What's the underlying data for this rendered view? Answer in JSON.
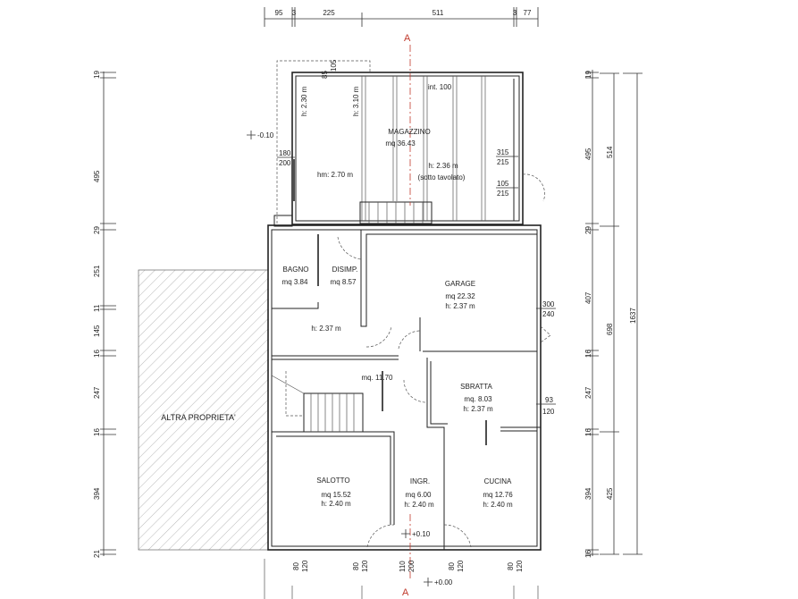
{
  "rooms": {
    "magazzino": {
      "name": "MAGAZZINO",
      "area": "mq 36.43",
      "height": "h: 2.36 m",
      "note": "(sotto tavolato)",
      "hm": "hm: 2.70 m",
      "h1": "h: 2.30 m",
      "h2": "h: 3.10 m",
      "int": "int. 100"
    },
    "bagno": {
      "name": "BAGNO",
      "area": "mq 3.84"
    },
    "disimp": {
      "name": "DISIMP.",
      "area": "mq 8.57",
      "height": "h: 2.37 m"
    },
    "garage": {
      "name": "GARAGE",
      "area": "mq 22.32",
      "height": "h: 2.37 m"
    },
    "hall": {
      "area": "mq. 11.70"
    },
    "sbratta": {
      "name": "SBRATTA",
      "area": "mq. 8.03",
      "height": "h: 2.37 m"
    },
    "salotto": {
      "name": "SALOTTO",
      "area": "mq 15.52",
      "height": "h: 2.40 m"
    },
    "ingr": {
      "name": "INGR.",
      "area": "mq 6.00",
      "height": "h: 2.40 m"
    },
    "cucina": {
      "name": "CUCINA",
      "area": "mq 12.76",
      "height": "h: 2.40 m"
    },
    "altra": {
      "name": "ALTRA PROPRIETA'"
    }
  },
  "levels": {
    "ext": "-0.10",
    "ingr": "+0.10",
    "ground": "+0.00"
  },
  "section_label": "A",
  "openings": {
    "mag_left": [
      "180",
      "200"
    ],
    "mag_right1": [
      "315",
      "215"
    ],
    "mag_right2": [
      "105",
      "215"
    ],
    "mag_top": [
      "85",
      "105"
    ],
    "garage": [
      "300",
      "240"
    ],
    "sbratta": [
      "93",
      "120"
    ],
    "bottom": [
      [
        "80",
        "120"
      ],
      [
        "80",
        "120"
      ],
      [
        "110",
        "200"
      ],
      [
        "80",
        "120"
      ],
      [
        "80",
        "120"
      ]
    ]
  },
  "dims": {
    "top": [
      "95",
      "3",
      "225",
      "511",
      "3",
      "77"
    ],
    "left": [
      "19",
      "495",
      "29",
      "251",
      "11",
      "145",
      "16",
      "247",
      "16",
      "394",
      "21"
    ],
    "right1": [
      "19",
      "495",
      "29",
      "407",
      "16",
      "247",
      "16",
      "394",
      "16"
    ],
    "right2": [
      "514",
      "698",
      "425"
    ],
    "right3": [
      "1637"
    ]
  },
  "colors": {
    "section": "#c0392b",
    "walls": "#222222"
  }
}
